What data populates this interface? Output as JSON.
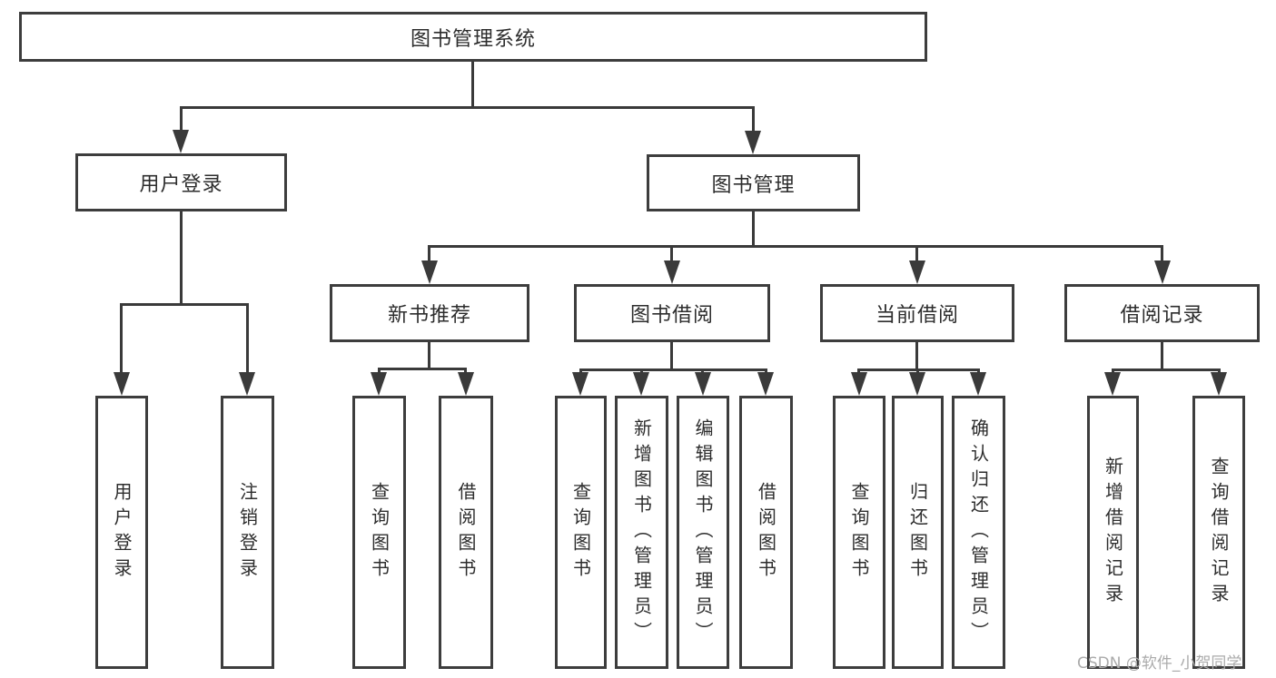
{
  "diagram": {
    "title": {
      "label": "图书管理系统"
    },
    "level2": [
      {
        "label": "用户登录"
      },
      {
        "label": "图书管理"
      }
    ],
    "level3": [
      {
        "label": "新书推荐"
      },
      {
        "label": "图书借阅"
      },
      {
        "label": "当前借阅"
      },
      {
        "label": "借阅记录"
      }
    ],
    "leaves": [
      {
        "label": "用户登录"
      },
      {
        "label": "注销登录"
      },
      {
        "label": "查询图书"
      },
      {
        "label": "借阅图书"
      },
      {
        "label": "查询图书"
      },
      {
        "label": "新增图书（管理员）"
      },
      {
        "label": "编辑图书（管理员）"
      },
      {
        "label": "借阅图书"
      },
      {
        "label": "查询图书"
      },
      {
        "label": "归还图书"
      },
      {
        "label": "确认归还（管理员）"
      },
      {
        "label": "新增借阅记录"
      },
      {
        "label": "查询借阅记录"
      }
    ],
    "watermark": {
      "label": "CSDN @软件_小贺同学"
    },
    "colors": {
      "line": "#3a3a3a",
      "border": "#3d3d3d",
      "text": "#2d2d2d",
      "watermark": "#ababab",
      "background": "#ffffff"
    }
  }
}
